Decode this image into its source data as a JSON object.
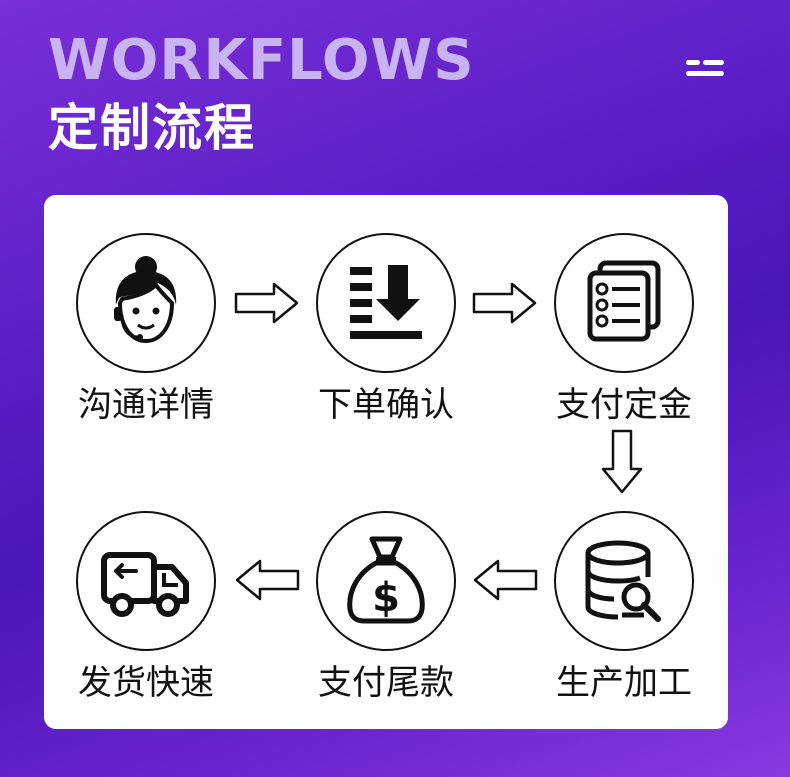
{
  "header": {
    "title_en": "WORKFLOWS",
    "title_cn": "定制流程"
  },
  "steps": [
    {
      "label": "沟通详情",
      "icon": "customer-service-icon"
    },
    {
      "label": "下单确认",
      "icon": "download-order-icon"
    },
    {
      "label": "支付定金",
      "icon": "list-document-icon"
    },
    {
      "label": "生产加工",
      "icon": "database-production-icon"
    },
    {
      "label": "支付尾款",
      "icon": "money-bag-icon"
    },
    {
      "label": "发货快速",
      "icon": "delivery-truck-icon"
    }
  ],
  "colors": {
    "accent_light": "#c9b3f2",
    "background_start": "#7a2fd8",
    "background_mid": "#4a16b8"
  }
}
